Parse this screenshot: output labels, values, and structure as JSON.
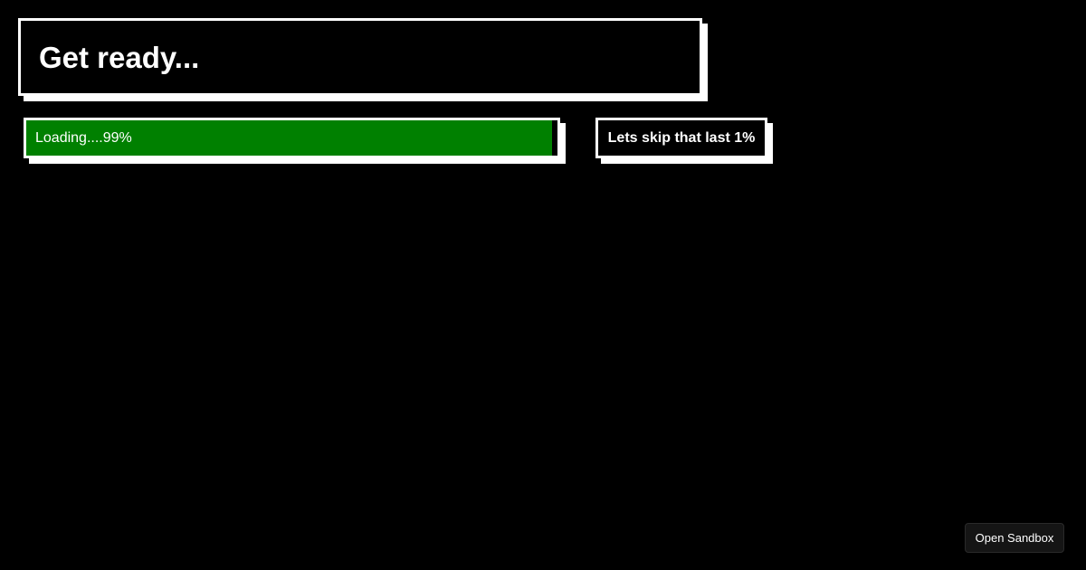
{
  "title": "Get ready...",
  "progress": {
    "label": "Loading....99%",
    "percent": 99,
    "fill_color": "#008000"
  },
  "skip_button": {
    "label": "Lets skip that last 1%"
  },
  "sandbox_button": {
    "label": "Open Sandbox"
  },
  "colors": {
    "background": "#000000",
    "foreground": "#ffffff",
    "progress_fill": "#008000"
  }
}
